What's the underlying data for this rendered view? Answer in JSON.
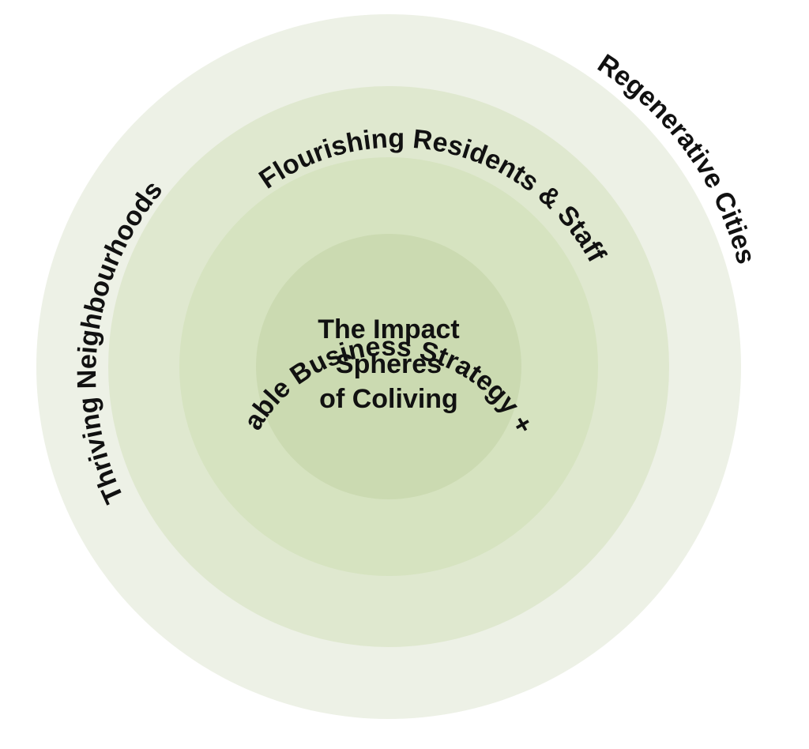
{
  "center": {
    "lines": [
      "The Impact",
      "Spheres",
      "of Coliving"
    ]
  },
  "rings": [
    {
      "id": "inner-core",
      "label": "",
      "color": "#cbdab1"
    },
    {
      "id": "strategy",
      "label": "Sustainable Business Strategy + Metrics",
      "color": "#d6e3c0"
    },
    {
      "id": "residents",
      "label": "Flourishing Residents & Staff",
      "color": "#dfe8cf"
    },
    {
      "id": "outer",
      "label": "",
      "color": "#edf1e6"
    }
  ],
  "outer_labels": {
    "left": "Thriving Neighbourhoods",
    "right": "Regenerative Cities"
  }
}
